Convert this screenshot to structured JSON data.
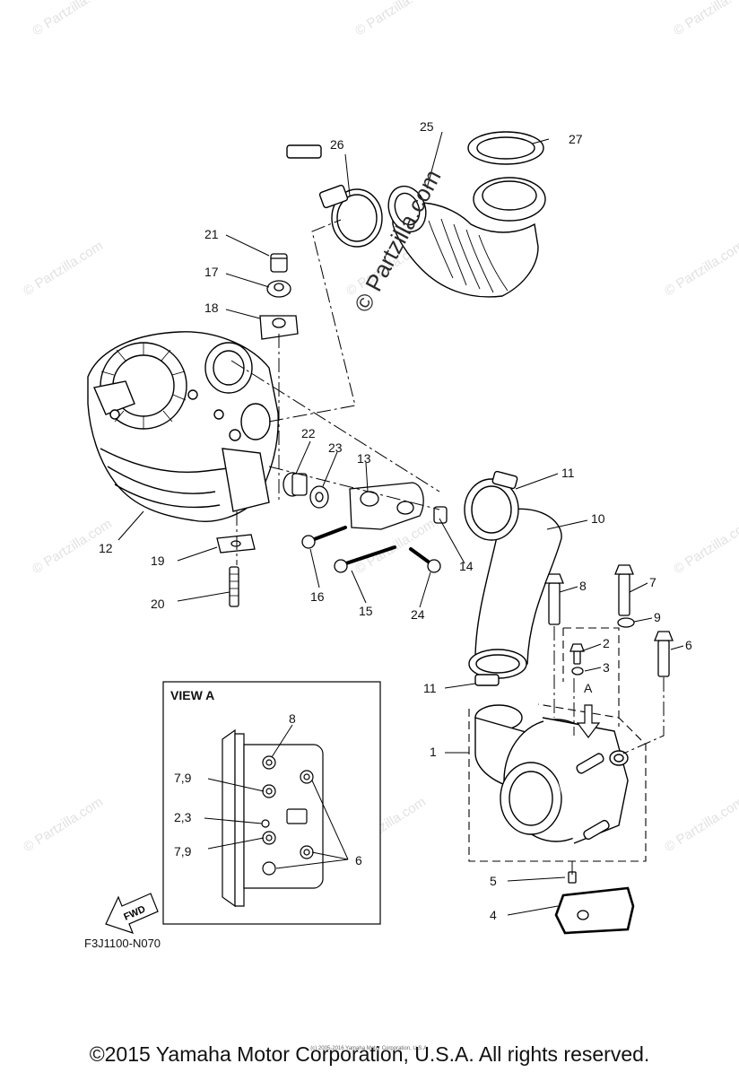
{
  "watermark": "© Partzilla.com",
  "center_watermark": "© Partzilla.com",
  "callouts": [
    "1",
    "2",
    "3",
    "4",
    "5",
    "6",
    "7",
    "8",
    "9",
    "10",
    "11",
    "11",
    "12",
    "13",
    "14",
    "15",
    "16",
    "17",
    "18",
    "19",
    "20",
    "21",
    "22",
    "23",
    "24",
    "25",
    "26",
    "27"
  ],
  "view_a": {
    "title": "VIEW A",
    "labels": [
      "8",
      "7,9",
      "2,3",
      "7,9",
      "6"
    ]
  },
  "arrow_a_label": "A",
  "fwd_label": "FWD",
  "drawing_code": "F3J1100-N070",
  "fine_print": "(c) 2005-2016 Yamaha Motor Corporation, U.S.A.",
  "copyright": "©2015 Yamaha Motor Corporation, U.S.A. All rights reserved."
}
